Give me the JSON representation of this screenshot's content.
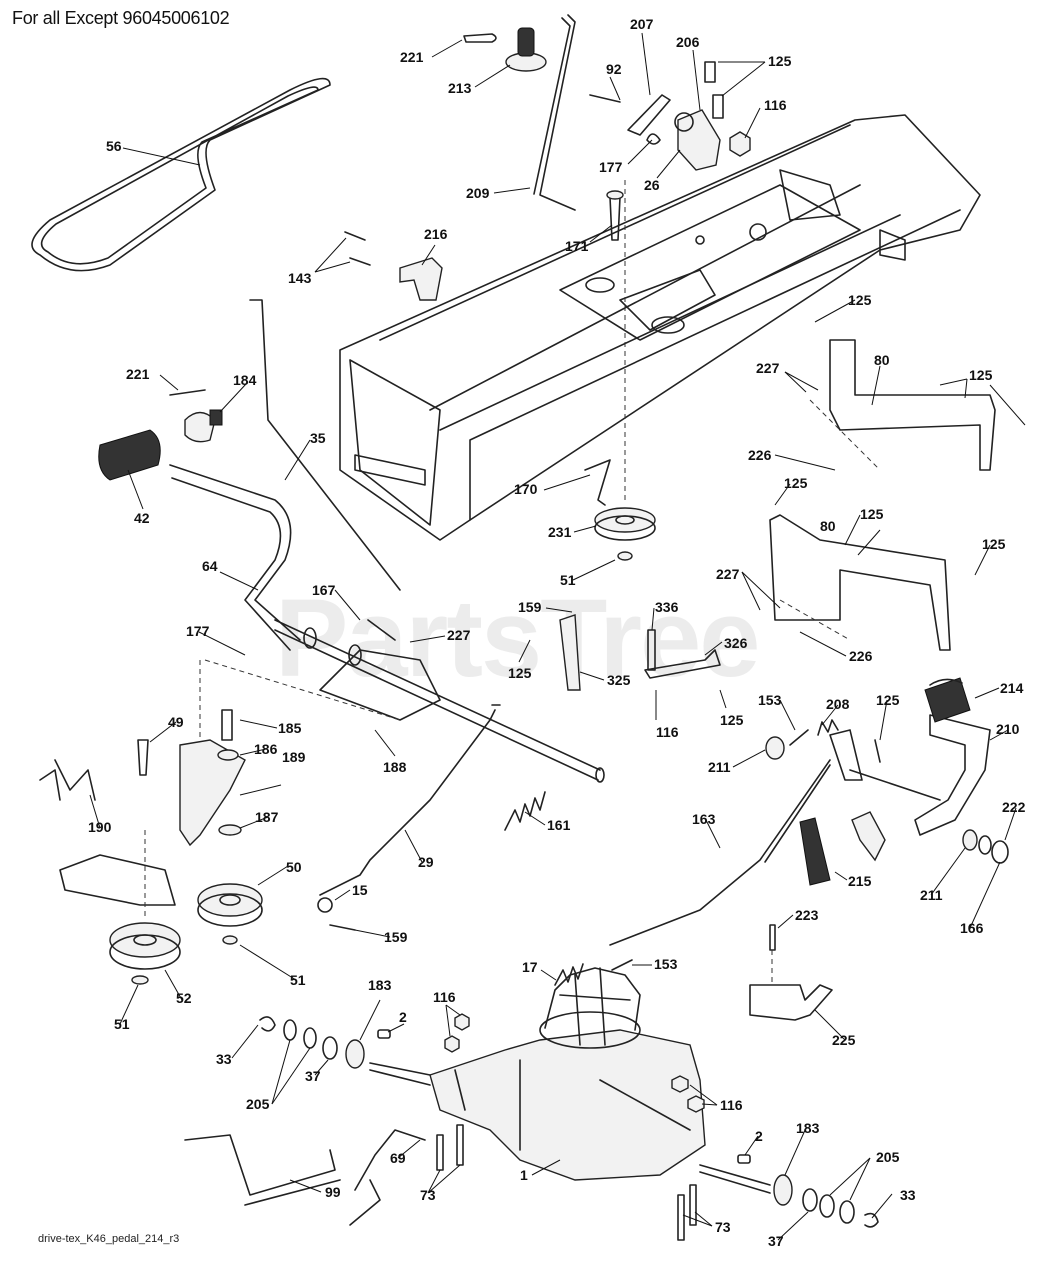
{
  "header": {
    "title": "For all Except 96045006102"
  },
  "footer": {
    "filename": "drive-tex_K46_pedal_214_r3"
  },
  "watermark": {
    "text": "PartsTree"
  },
  "callouts": [
    "221",
    "213",
    "92",
    "207",
    "206",
    "125",
    "116",
    "56",
    "177",
    "26",
    "209",
    "171",
    "216",
    "143",
    "125",
    "80",
    "227",
    "125",
    "221",
    "184",
    "35",
    "42",
    "226",
    "170",
    "125",
    "80",
    "125",
    "125",
    "231",
    "64",
    "167",
    "51",
    "227",
    "336",
    "159",
    "177",
    "227",
    "326",
    "226",
    "125",
    "325",
    "116",
    "125",
    "185",
    "49",
    "188",
    "153",
    "208",
    "125",
    "214",
    "186",
    "210",
    "189",
    "211",
    "163",
    "161",
    "187",
    "190",
    "50",
    "29",
    "215",
    "222",
    "211",
    "15",
    "166",
    "223",
    "159",
    "51",
    "52",
    "17",
    "153",
    "225",
    "51",
    "183",
    "116",
    "2",
    "33",
    "205",
    "37",
    "116",
    "205",
    "183",
    "2",
    "69",
    "1",
    "99",
    "73",
    "33",
    "73",
    "37"
  ]
}
